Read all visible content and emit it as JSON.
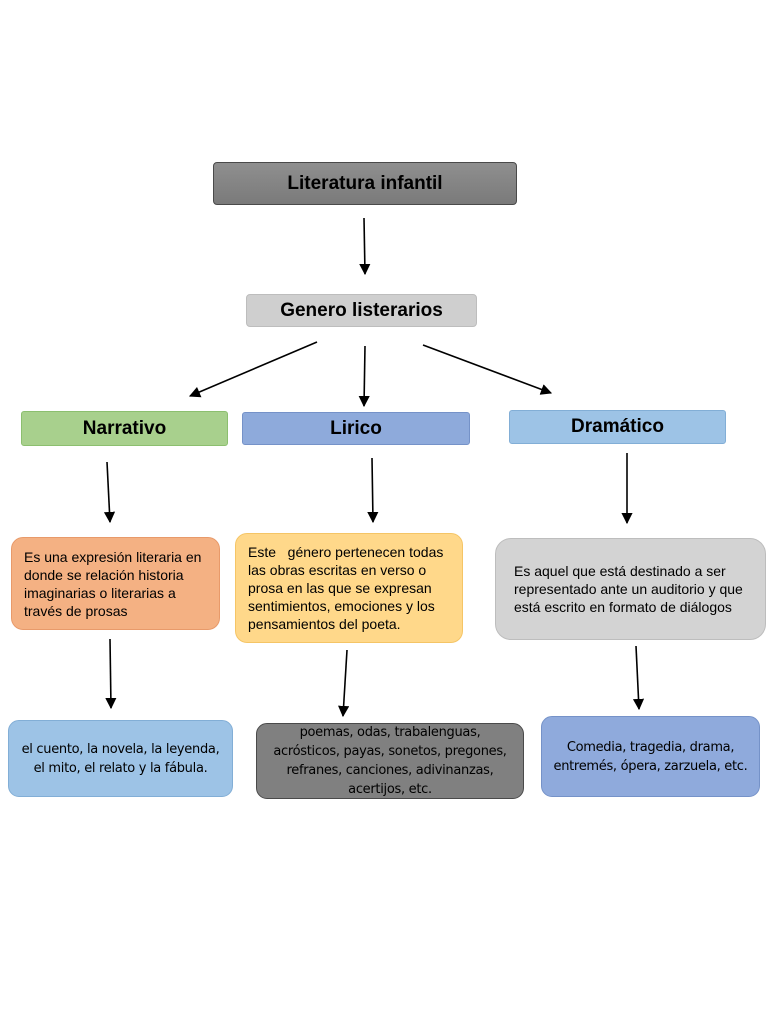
{
  "root": {
    "label": "Literatura infantil"
  },
  "genres": {
    "label": "Genero listerarios"
  },
  "categories": [
    {
      "label": "Narrativo",
      "description": "Es una expresión literaria en donde se relación historia imaginarias o literarias a través de prosas",
      "examples": "el cuento, la novela, la leyenda, el mito, el relato y la fábula.",
      "colors": {
        "header": "#a8d08d",
        "description": "#f4b183",
        "examples": "#9dc3e6"
      }
    },
    {
      "label": "Lirico",
      "description": "Este   género pertenecen todas las obras escritas en verso o prosa en las que se expresan sentimientos, emociones y los pensamientos del poeta.",
      "examples": "poemas, odas, trabalenguas, acrósticos, payas, sonetos, pregones, refranes, canciones, adivinanzas, acertijos, etc.",
      "colors": {
        "header": "#8eaadb",
        "description": "#ffd88a",
        "examples": "#808080"
      }
    },
    {
      "label": "Dramático",
      "description": "Es aquel que está destinado a ser representado ante un auditorio y que está escrito en formato de diálogos",
      "examples": "Comedia, tragedia, drama, entremés, ópera, zarzuela, etc.",
      "colors": {
        "header": "#9dc3e6",
        "description": "#d3d3d3",
        "examples": "#8faadc"
      }
    }
  ]
}
